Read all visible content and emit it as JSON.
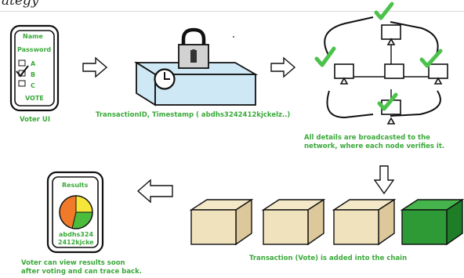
{
  "header": {
    "cut_text": "ategy"
  },
  "voter_ui": {
    "name_label": "Name",
    "password_label": "Password",
    "options": [
      "A",
      "B",
      "C"
    ],
    "selected_option": "B",
    "vote_label": "VOTE",
    "caption": "Voter UI"
  },
  "transaction": {
    "caption": "TransactionID, Timestamp ( abdhs3242412kjckelz..)"
  },
  "network": {
    "caption_line1": "All details are broadcasted to the",
    "caption_line2": "network, where each node verifies it."
  },
  "chain": {
    "caption": "Transaction (Vote) is added into the chain"
  },
  "results_phone": {
    "title": "Results",
    "hash_line1": "abdhs324",
    "hash_line2": "2412kjcke"
  },
  "voter_results": {
    "caption_line1": "Voter can view results soon",
    "caption_line2": "after voting and can trace back."
  },
  "colors": {
    "accent_green": "#3aa93a",
    "check_green": "#4cc24c",
    "ballot_box": "#cfe8f6",
    "block_cream": "#f0e2bc",
    "block_new": "#2e9a36",
    "pie_orange": "#f07a2a",
    "pie_yellow": "#f4e73a",
    "pie_green": "#4cbc3c"
  }
}
